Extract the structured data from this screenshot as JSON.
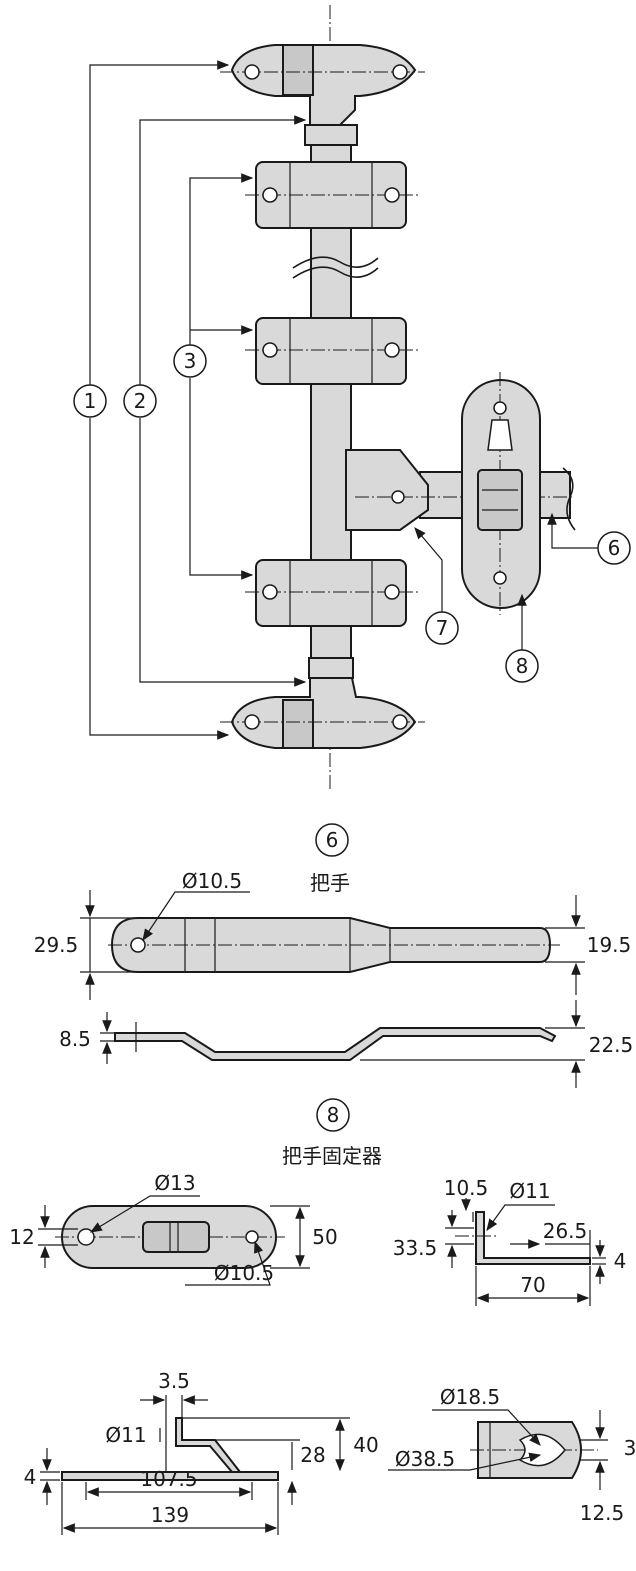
{
  "callouts": [
    "1",
    "2",
    "3",
    "6",
    "7",
    "8"
  ],
  "handle": {
    "number": "6",
    "title": "把手",
    "dims": {
      "hole": "Ø10.5",
      "width_left": "29.5",
      "width_right": "19.5",
      "thickness": "8.5",
      "rise": "22.5"
    }
  },
  "keeper": {
    "number": "8",
    "title": "把手固定器",
    "dims": {
      "hole_big": "Ø13",
      "hole_small": "Ø10.5",
      "width_left": "12",
      "height": "50",
      "side_thickness": "10.5",
      "side_hole": "Ø11",
      "side_height": "33.5",
      "side_offset": "26.5",
      "side_plate": "4",
      "side_length": "70"
    }
  },
  "base": {
    "dims": {
      "gap": "3.5",
      "hole": "Ø11",
      "plate": "4",
      "h28": "28",
      "h40": "40",
      "w107": "107.5",
      "w139": "139"
    }
  },
  "cam": {
    "dims": {
      "hole_small": "Ø18.5",
      "hole_big": "Ø38.5",
      "width": "12.5",
      "cut_off_label": "3"
    }
  }
}
